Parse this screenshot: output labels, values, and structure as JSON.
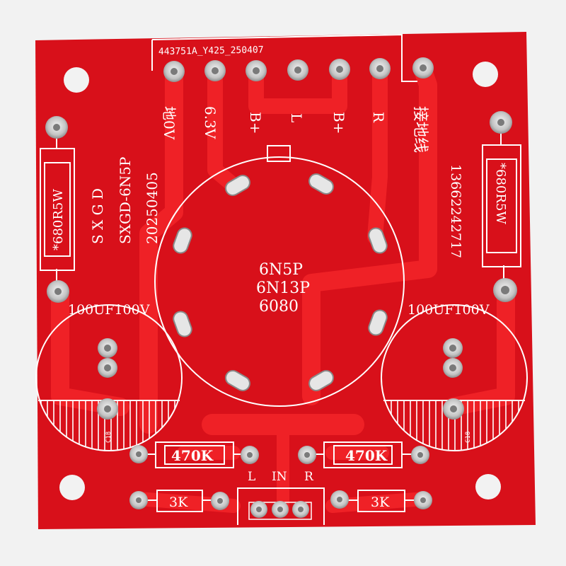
{
  "board": {
    "colors": {
      "board": "#d8101a",
      "trace": "#ef2126",
      "silk": "#ffffff",
      "pad": "#c9c9c9",
      "background": "#f2f2f2"
    },
    "header_code": "443751A_Y425_250407",
    "connector_labels": {
      "gnd": "地0V",
      "heater": "6.3V",
      "b_plus_1": "B+",
      "left": "L",
      "b_plus_2": "B+",
      "right": "R",
      "earth": "接地线"
    },
    "brand_text": "S X G D",
    "model_text": "SXGD-6N5P",
    "date_text": "20250405",
    "phone_text": "13662242717",
    "tube_labels": [
      "6N5P",
      "6N13P",
      "6080"
    ],
    "resistor_left": "*680R5W",
    "resistor_right": "*680R5W",
    "cap_left": "100UF100V",
    "cap_right": "100UF100V",
    "cap_ref_left": "C18",
    "cap_ref_right": "C18",
    "res_470k_left": "470K",
    "res_470k_right": "470K",
    "res_3k_left": "3K",
    "res_3k_right": "3K",
    "input_labels": {
      "left": "L",
      "in": "IN",
      "right": "R"
    }
  }
}
